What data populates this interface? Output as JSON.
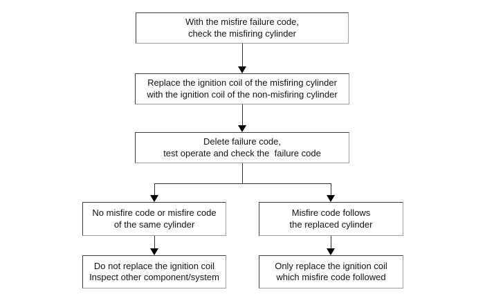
{
  "diagram": {
    "type": "flowchart",
    "colors": {
      "background": "#ffffff",
      "box_border_dark": "#3c3c3c",
      "box_border_light": "#9c9c9c",
      "connector_line": "#2e2e2e",
      "arrowhead": "#000000",
      "text": "#111111"
    },
    "nodes": {
      "step1": {
        "text": "With the misfire failure code,\ncheck the misfiring cylinder"
      },
      "step2": {
        "text": "Replace the ignition coil of the misfiring cylinder\nwith the ignition coil of the non-misfiring cylinder"
      },
      "step3": {
        "text": "Delete failure code,\ntest operate and check the  failure code"
      },
      "branch_left": {
        "text": "No misfire code or misfire code\nof the same cylinder"
      },
      "branch_right": {
        "text": "Misfire code follows\nthe replaced cylinder"
      },
      "result_left": {
        "text": "Do not replace the ignition coil\nInspect other component/system"
      },
      "result_right": {
        "text": "Only replace the ignition coil\nwhich misfire code followed"
      }
    },
    "edges": [
      {
        "from": "step1",
        "to": "step2"
      },
      {
        "from": "step2",
        "to": "step3"
      },
      {
        "from": "step3",
        "to": "branch_left"
      },
      {
        "from": "step3",
        "to": "branch_right"
      },
      {
        "from": "branch_left",
        "to": "result_left"
      },
      {
        "from": "branch_right",
        "to": "result_right"
      }
    ]
  }
}
